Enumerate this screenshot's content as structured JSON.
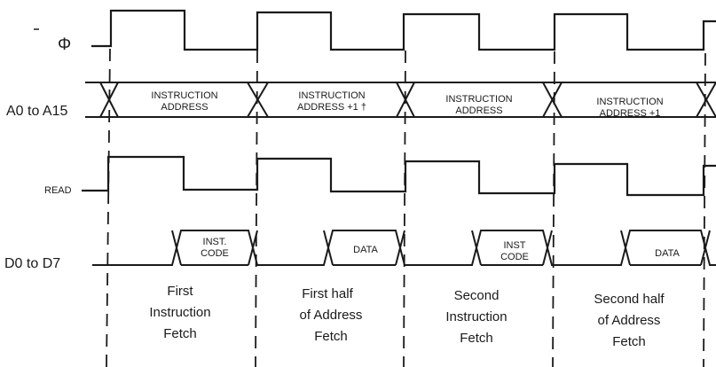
{
  "signals": {
    "clock": "Φ",
    "address": "A0 to A15",
    "read": "READ",
    "data": "D0 to D7"
  },
  "address_segments": [
    [
      "INSTRUCTION",
      "ADDRESS"
    ],
    [
      "INSTRUCTION",
      "ADDRESS +1 †"
    ],
    [
      "INSTRUCTION",
      "ADDRESS"
    ],
    [
      "INSTRUCTION",
      "ADDRESS +1"
    ]
  ],
  "data_segments": [
    [
      "INST.",
      "CODE"
    ],
    [
      "DATA"
    ],
    [
      "INST",
      "CODE"
    ],
    [
      "DATA"
    ]
  ],
  "phases": [
    [
      "First",
      "Instruction",
      "Fetch"
    ],
    [
      "First half",
      "of Address",
      "Fetch"
    ],
    [
      "Second",
      "Instruction",
      "Fetch"
    ],
    [
      "Second half",
      "of Address",
      "Fetch"
    ]
  ]
}
